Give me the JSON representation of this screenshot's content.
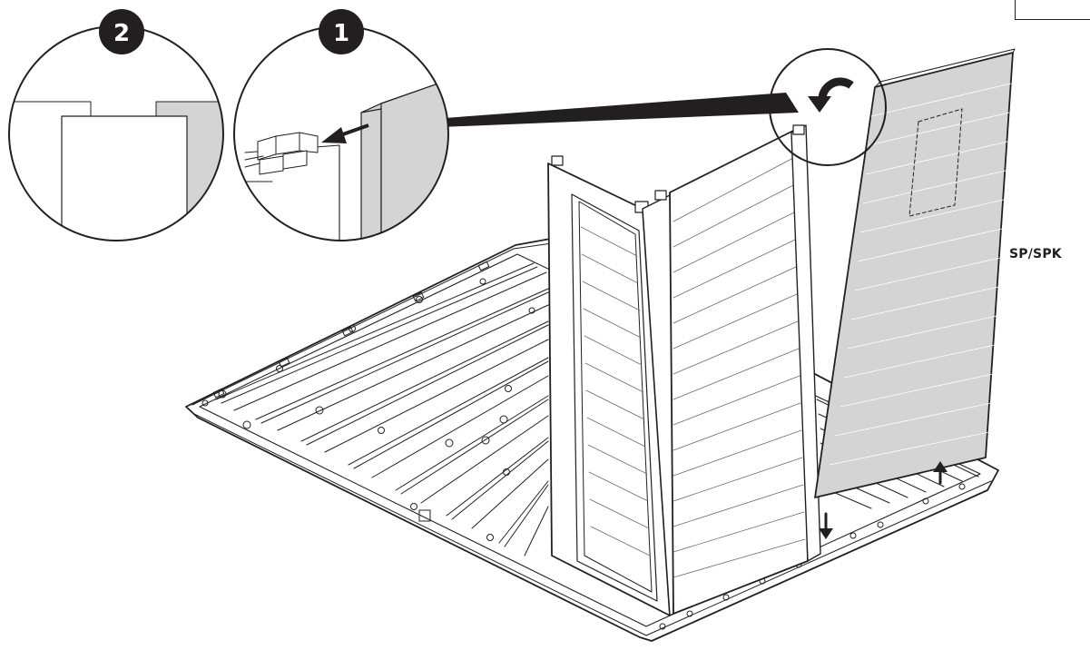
{
  "diagram": {
    "part_code": "SP/SPK",
    "detail_steps": [
      {
        "number": "2"
      },
      {
        "number": "1"
      }
    ],
    "icons": {
      "rotate": "rotate-counterclockwise-icon",
      "push": "arrow-push-icon",
      "down": "arrow-down-icon"
    },
    "colors": {
      "line": "#231f20",
      "panel_fill": "#d4d4d4",
      "background": "#ffffff"
    }
  }
}
